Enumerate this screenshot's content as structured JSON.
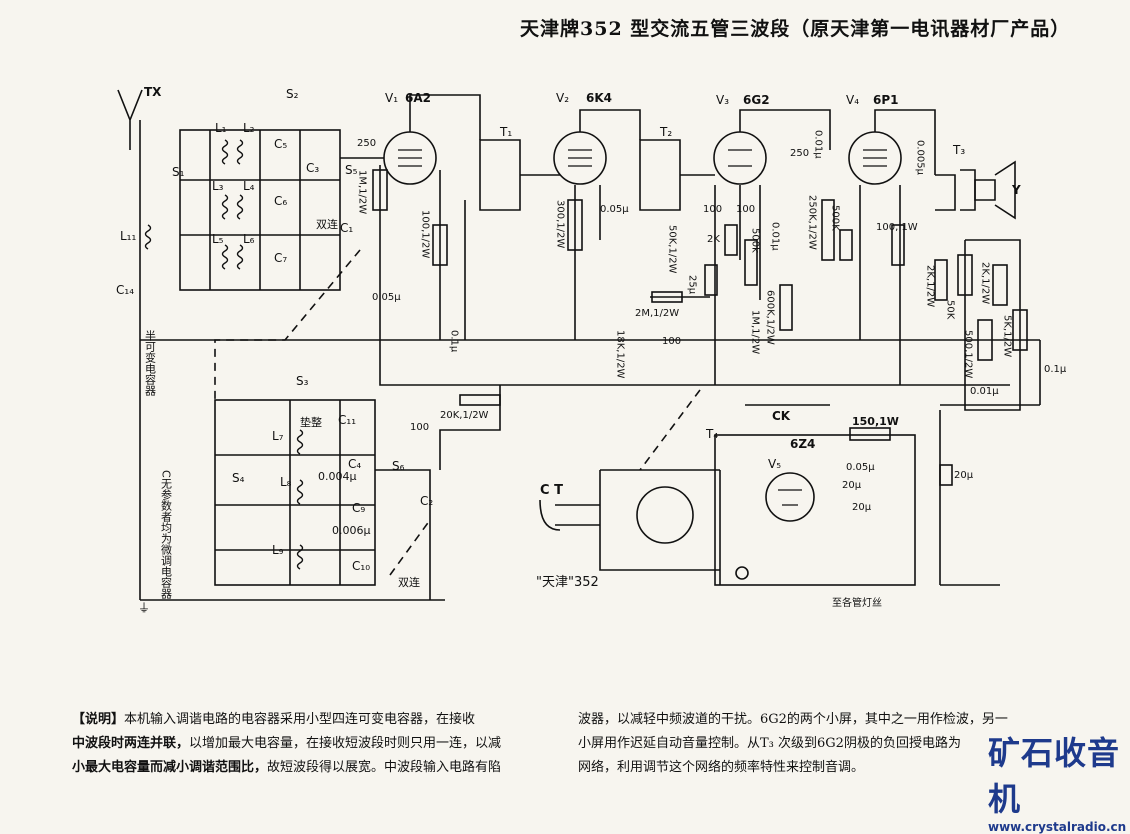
{
  "title": "天津牌352 型交流五管三波段（原天津第一电讯器材厂产品）",
  "tubes": [
    {
      "ref": "V₁",
      "type": "6A2"
    },
    {
      "ref": "V₂",
      "type": "6K4"
    },
    {
      "ref": "V₃",
      "type": "6G2"
    },
    {
      "ref": "V₄",
      "type": "6P1"
    },
    {
      "ref": "V₅",
      "type": "6Z4"
    }
  ],
  "labels": {
    "antenna": "TX",
    "s1": "S₁",
    "s2": "S₂",
    "s3": "S₃",
    "s4": "S₄",
    "s5": "S₅",
    "s6": "S₆",
    "l1": "L₁",
    "l2": "L₂",
    "l3": "L₃",
    "l4": "L₄",
    "l5": "L₅",
    "l6": "L₆",
    "l7": "L₇",
    "l8": "L₈",
    "l9": "L₉",
    "l11": "L₁₁",
    "c1": "C₁",
    "c2": "C₂",
    "c3": "C₃",
    "c4": "C₄",
    "c5": "C₅",
    "c6": "C₆",
    "c7": "C₇",
    "c9": "C₉",
    "c10": "C₁₀",
    "c11": "C₁₁",
    "c14": "C₁₄",
    "t1": "T₁",
    "t2": "T₂",
    "t3": "T₃",
    "t4": "T₄",
    "r_1m": "1M,1/2W",
    "r_100": "100,1/2W",
    "c_250a": "250",
    "c_250b": "250",
    "c_005a": "0.05μ",
    "c_005b": "0.05μ",
    "c_01a": "0.1μ",
    "r_300": "300,1/2W",
    "r_2m": "2M,1/2W",
    "r_18k": "18K,1/2W",
    "r_50k": "50K,1/2W",
    "c_25": "25μ",
    "r_2k": "2K",
    "c_100a": "100",
    "c_100b": "100",
    "c_100c": "100",
    "pot_500k": "500k",
    "r_600k": "600K,1/2W",
    "r_1m2": "1M,1/2W",
    "r_250k": "250K,1/2W",
    "r_500k": "500K",
    "c_001a": "0.01μ",
    "c_001b": "0.01μ",
    "c_001c": "0.01μ",
    "r_100w": "100,\n1W",
    "c_0005": "0.005μ",
    "r_2k2": "2K,1/2W",
    "r_50k2": "50K",
    "r_2k3": "2K,1/2W",
    "r_500": "500,1/2W",
    "r_5k": "5K,1/2W",
    "c_01b": "0.1μ",
    "ck": "CK",
    "r_20k": "20K,1/2W",
    "c_100d": "100",
    "r_150": "150,1W",
    "c_005c": "0.05μ",
    "c_20a": "20μ",
    "c_20b": "20μ",
    "c_20c": "20μ",
    "ct": "C T",
    "bands_note": "双连",
    "bands_note2": "双连",
    "pad": "垫整",
    "c_0004": "0.004μ",
    "c_0006": "0.006μ",
    "semi_var": "半可变电容器",
    "note_vertical": "C无参数者均为微调电容器",
    "to_lamps": "至各管灯丝",
    "model": "\"天津\"352",
    "speaker": "Y",
    "ground": "⏚"
  },
  "description": {
    "left": [
      {
        "lead": "【说明】",
        "text": "本机输入调谐电路的电容器采用小型四连可变电容器，在接收"
      },
      {
        "lead": "中波段时两连并联，",
        "text": "以增加最大电容量，在接收短波段时则只用一连，以减"
      },
      {
        "lead": "小最大电容量而减小调谐范围比，",
        "text": "故短波段得以展宽。中波段输入电路有陷"
      }
    ],
    "right": [
      "波器，以减轻中频波道的干扰。6G2的两个小屏，其中之一用作检波，另一",
      "小屏用作迟延自动音量控制。从T₃ 次级到6G2阴极的负回授电路为",
      "网络，利用调节这个网络的频率特性来控制音调。"
    ]
  },
  "watermark": {
    "cn": "矿石收音机",
    "url": "www.crystalradio.cn"
  },
  "colors": {
    "ink": "#111111",
    "paper": "#f7f5ef",
    "watermark": "#1e3a8c"
  }
}
